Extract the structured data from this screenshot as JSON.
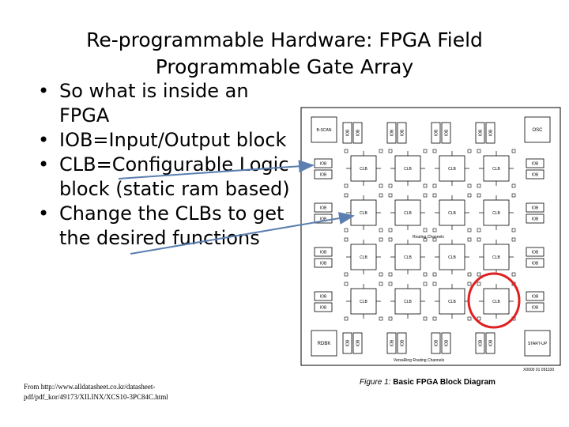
{
  "slide": {
    "title_line1": "Re-programmable Hardware: FPGA Field",
    "title_line2": "Programmable Gate Array",
    "bullets": [
      "So what is inside an FPGA",
      "IOB=Input/Output block",
      "CLB=Configurable Logic block (static ram based)",
      "Change the CLBs to get the desired functions"
    ],
    "source_line1": "From http://www.alldatasheet.co.kr/datasheet-",
    "source_line2": "pdf/pdf_kor/49173/XILINX/XCS10-3PC84C.html"
  },
  "diagram": {
    "corner_tl": "B-SCAN",
    "corner_tr": "OSC",
    "corner_bl": "RDBK",
    "corner_br": "START-UP",
    "iob_label": "IOB",
    "clb_label": "CLB",
    "routing_label": "Routing Channels",
    "versaring_label": "VersaRing Routing Channels",
    "figure_code": "X0000 01 091100",
    "caption_prefix": "Figure 1:",
    "caption_text": "Basic FPGA Block Diagram"
  },
  "colors": {
    "arrow": "#5b7fb0",
    "highlight_circle": "#e02020"
  }
}
